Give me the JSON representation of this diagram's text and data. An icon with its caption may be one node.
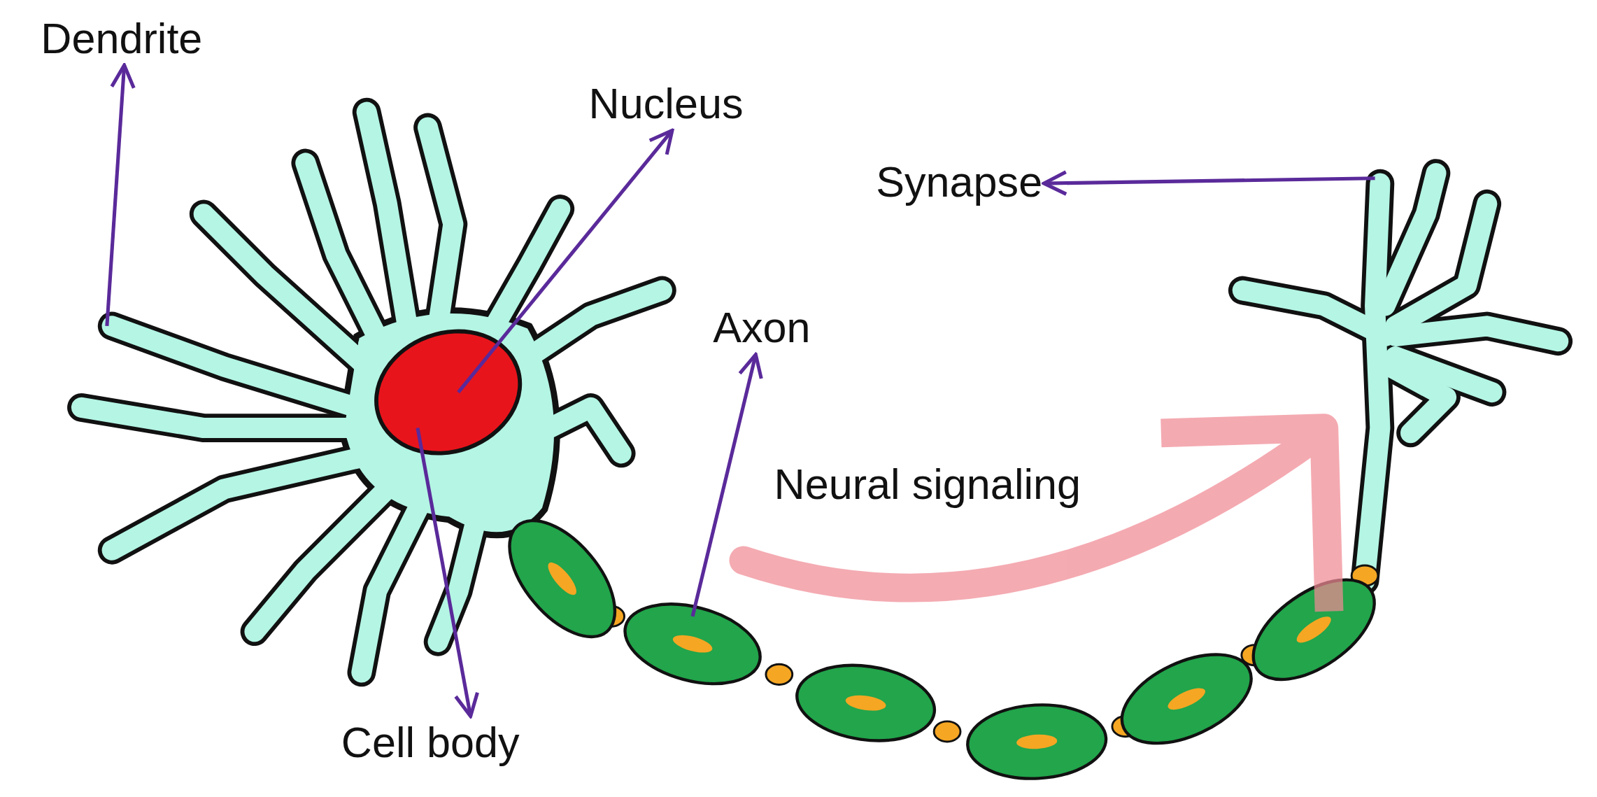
{
  "diagram": {
    "nodes": [
      {
        "text": [
          "Dendrite"
        ]
      },
      {
        "text": [
          "Nucleus"
        ]
      },
      {
        "text": [
          "Synapse"
        ]
      },
      {
        "text": [
          "Axon"
        ]
      },
      {
        "text": [
          "Cell body"
        ]
      }
    ],
    "edges": [
      {
        "from": null,
        "to": 0,
        "arrow": "to"
      },
      {
        "from": null,
        "to": 1,
        "arrow": "to"
      },
      {
        "from": null,
        "to": 2,
        "arrow": "to"
      },
      {
        "from": null,
        "to": 3,
        "arrow": "to"
      },
      {
        "from": null,
        "to": 4,
        "arrow": "to"
      }
    ],
    "labels": [
      "Neural signaling"
    ]
  }
}
